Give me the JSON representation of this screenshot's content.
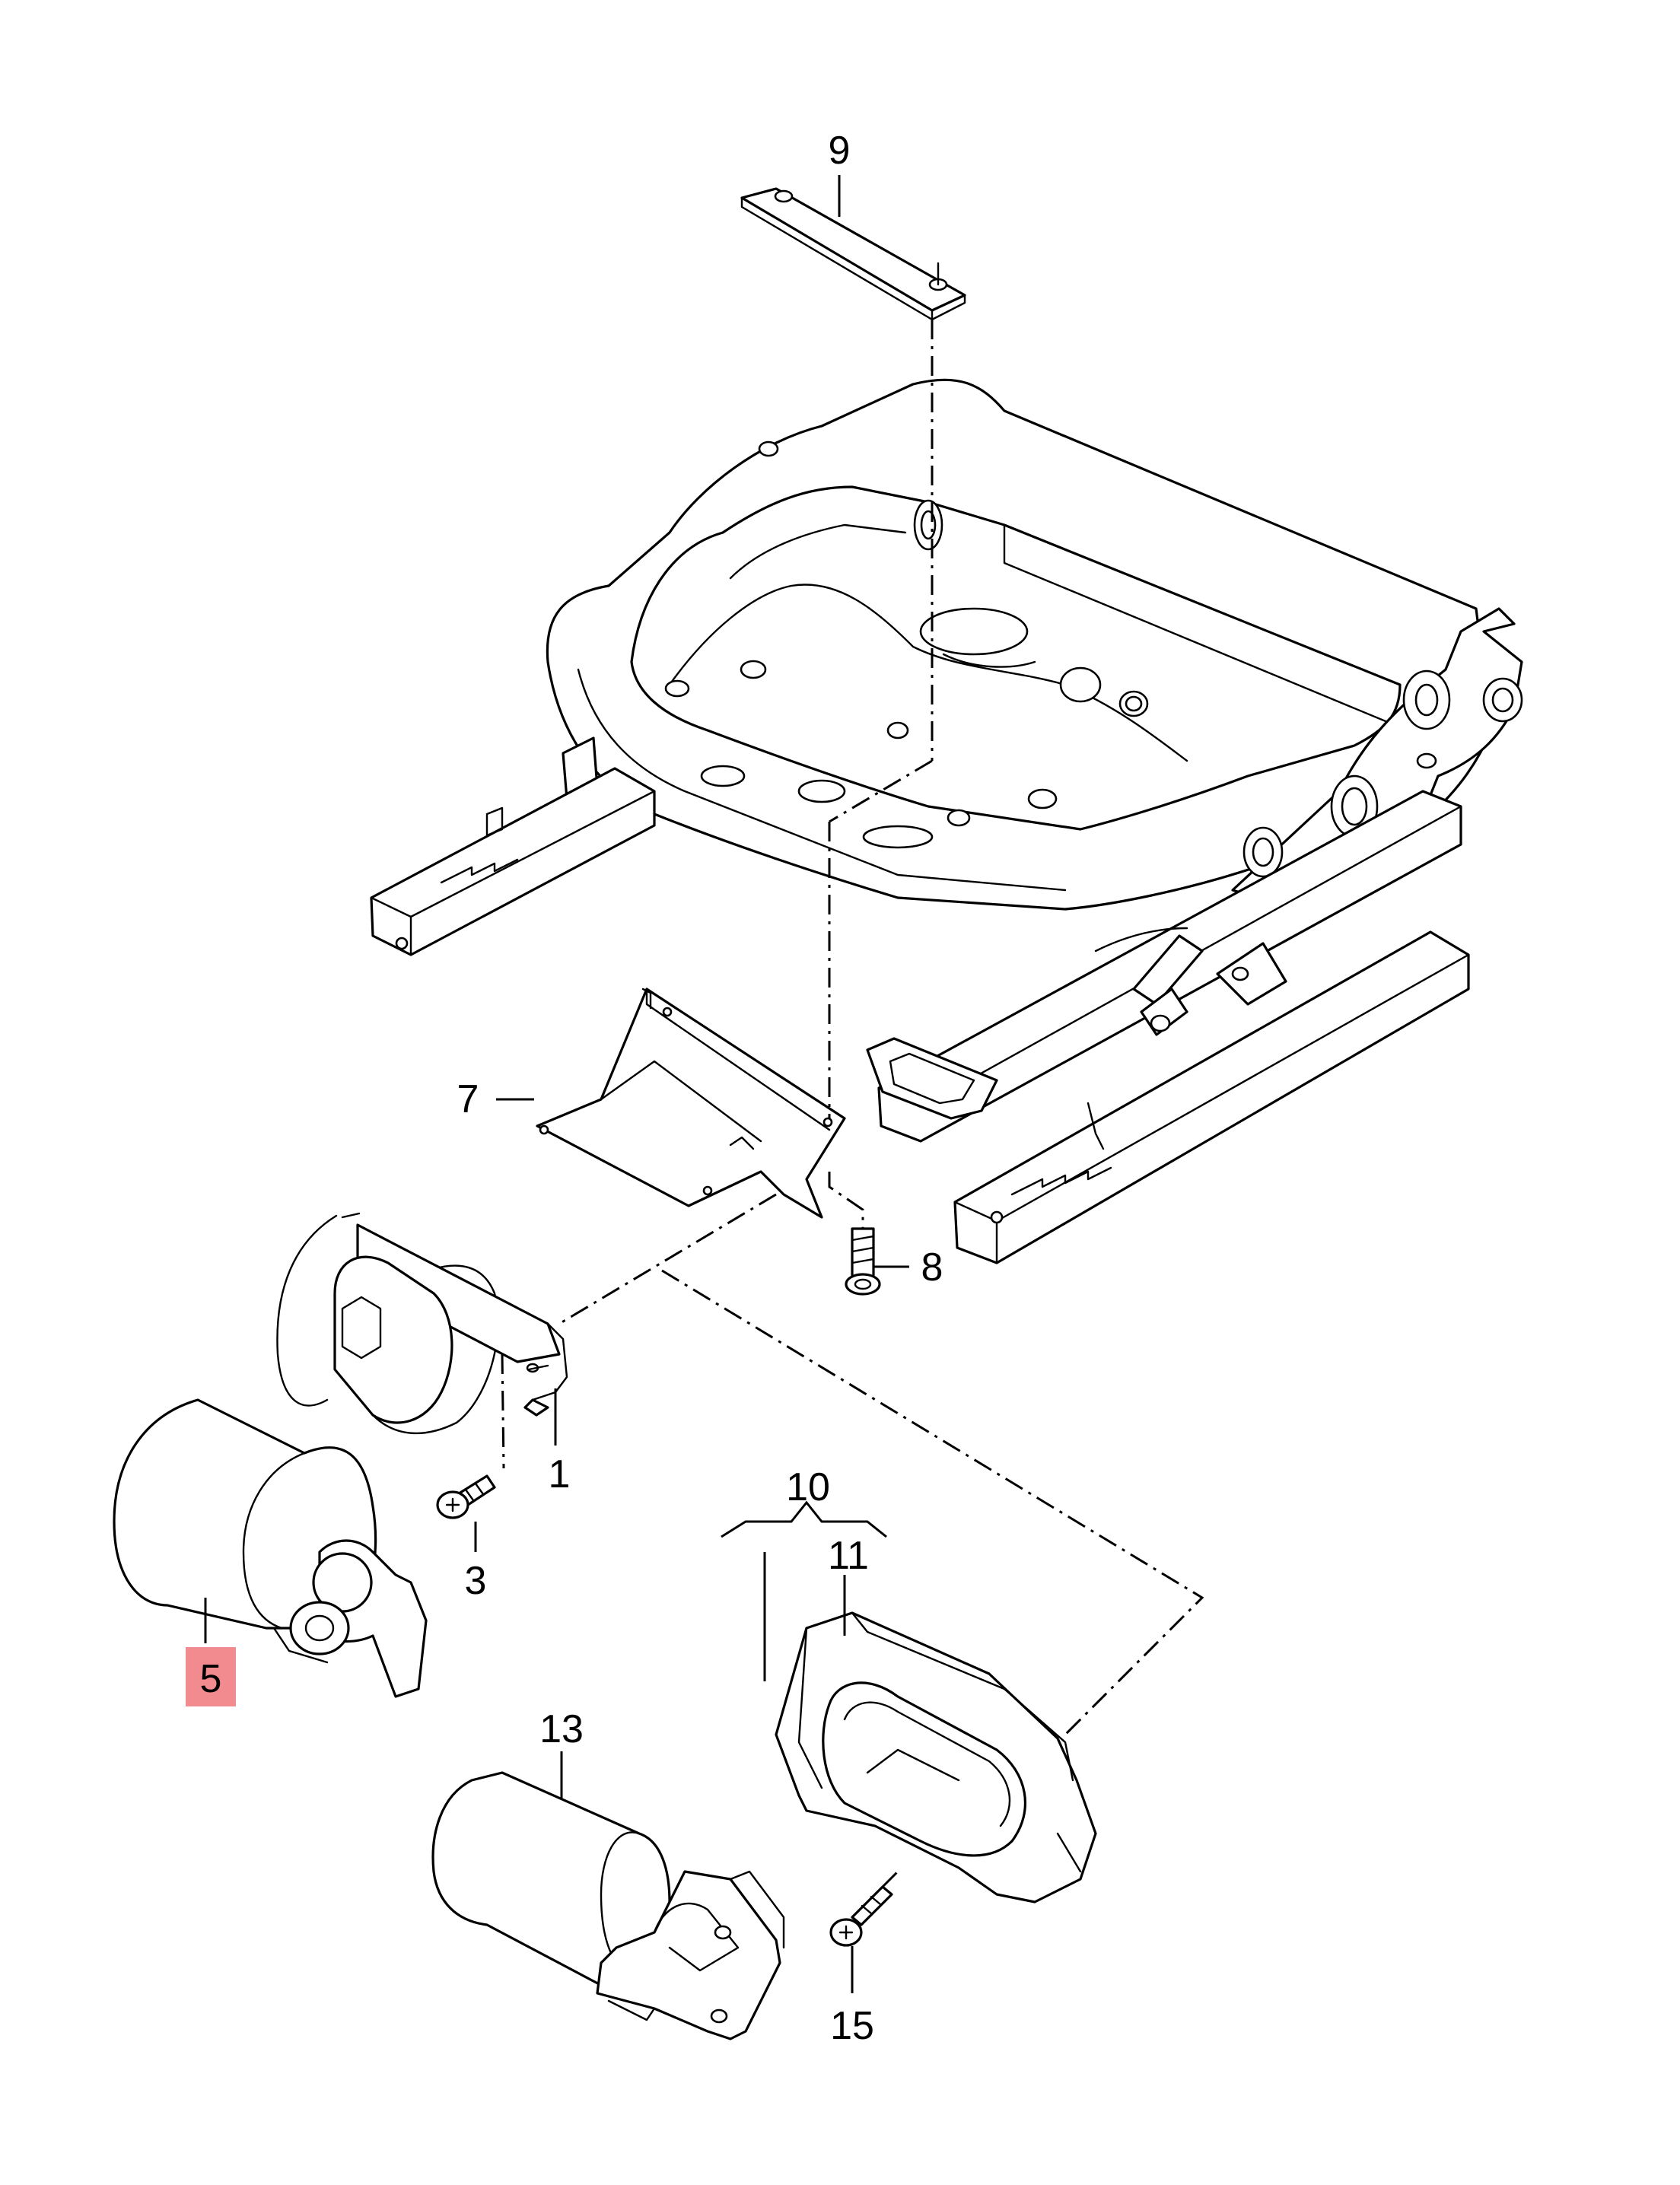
{
  "callouts": {
    "c1": "1",
    "c3": "3",
    "c5": "5",
    "c7": "7",
    "c8": "8",
    "c9": "9",
    "c10": "10",
    "c11": "11",
    "c13": "13",
    "c15": "15"
  },
  "colors": {
    "highlight": "#f28b90",
    "line": "#000000",
    "background": "#ffffff"
  }
}
